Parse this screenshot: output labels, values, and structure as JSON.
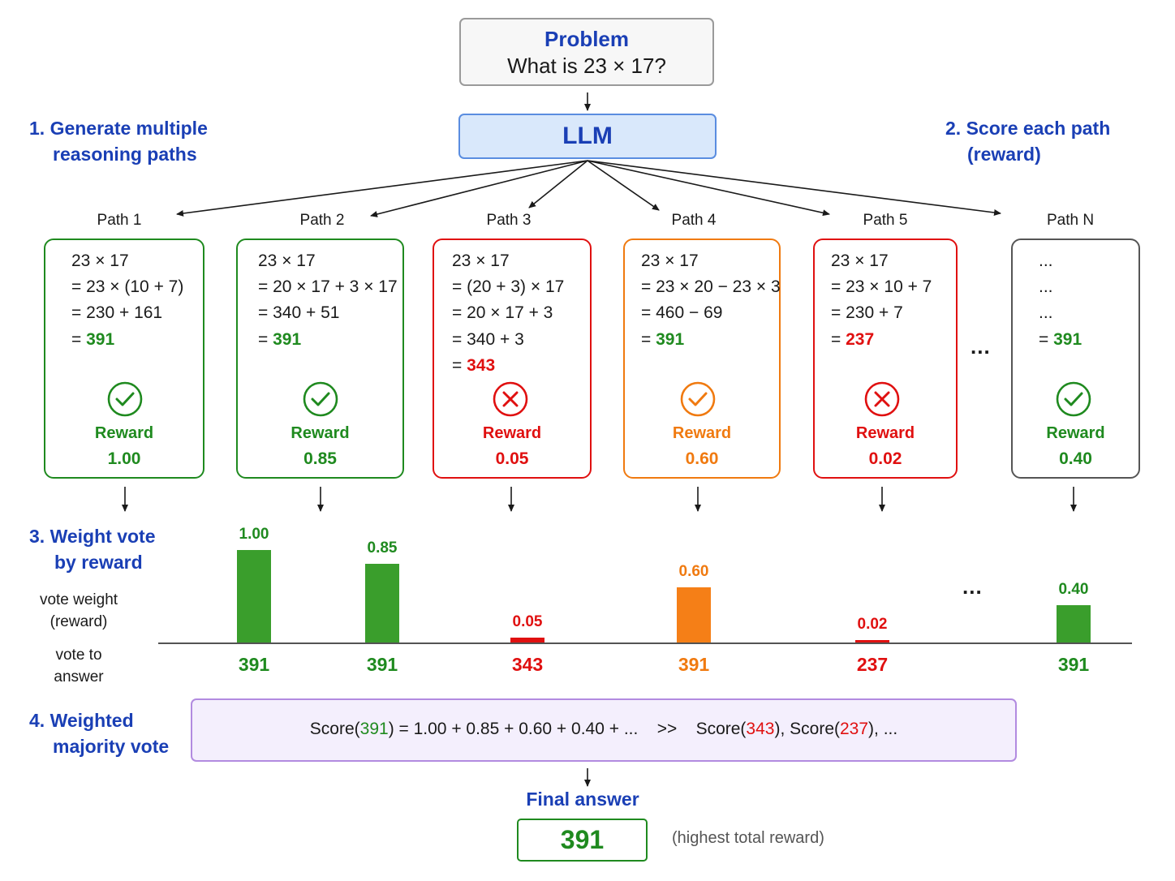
{
  "problem": {
    "title": "Problem",
    "question": "What is 23 × 17?"
  },
  "llm": {
    "label": "LLM"
  },
  "steps": {
    "generate": {
      "number": "1.",
      "line1": "Generate multiple",
      "line2": "reasoning paths"
    },
    "score": {
      "number": "2.",
      "line1": "Score each path",
      "line2": "(reward)"
    },
    "weight": {
      "number": "3.",
      "line1": "Weight vote",
      "line2": "by reward"
    },
    "majority": {
      "number": "4.",
      "line1": "Weighted",
      "line2": "majority vote"
    }
  },
  "paths": [
    {
      "label": "Path 1",
      "lines": [
        "23 × 17",
        "= 23 × (10 + 7)",
        "= 230 + 161"
      ],
      "answer_prefix": "= ",
      "answer": "391",
      "status": "correct",
      "color": "#1f8a1f",
      "reward_label": "Reward",
      "reward": "1.00",
      "icon": "check-icon"
    },
    {
      "label": "Path 2",
      "lines": [
        "23 × 17",
        "= 20 × 17 + 3 × 17",
        "= 340 + 51"
      ],
      "answer_prefix": "= ",
      "answer": "391",
      "status": "correct",
      "color": "#1f8a1f",
      "reward_label": "Reward",
      "reward": "0.85",
      "icon": "check-icon"
    },
    {
      "label": "Path 3",
      "lines": [
        "23 × 17",
        "= (20 + 3) × 17",
        "= 20 × 17 + 3",
        "= 340 + 3"
      ],
      "answer_prefix": "= ",
      "answer": "343",
      "status": "wrong",
      "color": "#e01010",
      "reward_label": "Reward",
      "reward": "0.05",
      "icon": "x-icon"
    },
    {
      "label": "Path 4",
      "lines": [
        "23 × 17",
        "= 23 × 20 − 23 × 3",
        "= 460 − 69"
      ],
      "answer_prefix": "= ",
      "answer": "391",
      "status": "partial",
      "color": "#f07a10",
      "reward_label": "Reward",
      "reward": "0.60",
      "icon": "check-icon"
    },
    {
      "label": "Path 5",
      "lines": [
        "23 × 17",
        "= 23 × 10 + 7",
        "= 230 + 7"
      ],
      "answer_prefix": "= ",
      "answer": "237",
      "status": "wrong",
      "color": "#e01010",
      "reward_label": "Reward",
      "reward": "0.02",
      "icon": "x-icon"
    },
    {
      "label": "Path N",
      "lines": [
        "...",
        "...",
        "..."
      ],
      "answer_prefix": "= ",
      "answer": "391",
      "status": "correct",
      "color": "#1f8a1f",
      "reward_label": "Reward",
      "reward": "0.40",
      "icon": "check-icon"
    }
  ],
  "ellipsis": "...",
  "vote_axis": {
    "weight_label_1": "vote weight",
    "weight_label_2": "(reward)",
    "answer_label_1": "vote to",
    "answer_label_2": "answer"
  },
  "votes": [
    {
      "weight": 1.0,
      "weight_label": "1.00",
      "answer": "391",
      "color": "#3a9e2c",
      "text_color": "#1f8a1f"
    },
    {
      "weight": 0.85,
      "weight_label": "0.85",
      "answer": "391",
      "color": "#3a9e2c",
      "text_color": "#1f8a1f"
    },
    {
      "weight": 0.05,
      "weight_label": "0.05",
      "answer": "343",
      "color": "#e01010",
      "text_color": "#e01010"
    },
    {
      "weight": 0.6,
      "weight_label": "0.60",
      "answer": "391",
      "color": "#f57f17",
      "text_color": "#f07a10"
    },
    {
      "weight": 0.02,
      "weight_label": "0.02",
      "answer": "237",
      "color": "#e01010",
      "text_color": "#e01010"
    },
    {
      "weight": 0.4,
      "weight_label": "0.40",
      "answer": "391",
      "color": "#3a9e2c",
      "text_color": "#1f8a1f"
    }
  ],
  "score": {
    "prefix": "Score(",
    "winner": "391",
    "formula": ") = 1.00 + 0.85 + 0.60 + 0.40 + ...",
    "comparator": ">>",
    "loser1_prefix": "Score(",
    "loser1": "343",
    "loser1_suffix": "),",
    "loser2_prefix": "Score(",
    "loser2": "237",
    "loser2_suffix": "), ..."
  },
  "final": {
    "label": "Final answer",
    "answer": "391",
    "note": "(highest total reward)"
  }
}
